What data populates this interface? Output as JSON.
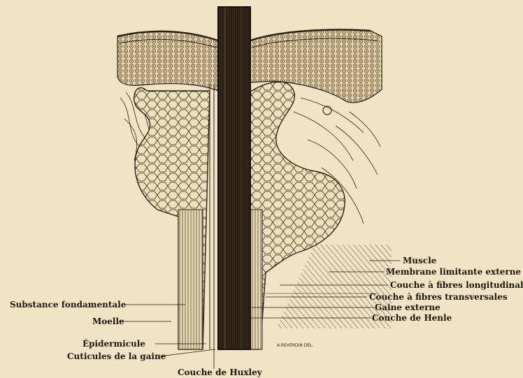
{
  "labels_right": {
    "muscle": "Muscle",
    "membrane": "Membrane limitante externe",
    "longitudinal": "Couche à fibres longitudinales",
    "transverse": "Couche à fibres transversales",
    "gaine": "Gaine externe",
    "henle": "Couche de Henle"
  },
  "labels_left": {
    "substance": "Substance fondamentale",
    "moelle": "Moelle",
    "epidermicule": "Épidermicule",
    "cuticules": "Cuticules de la gaine"
  },
  "labels_bottom": {
    "huxley": "Couche de Huxley"
  },
  "engraver_signature": "A.REVERDIN DEL.",
  "colors": {
    "paper": "#f1e4c4",
    "ink": "#2a2115",
    "text": "#1c150c"
  }
}
